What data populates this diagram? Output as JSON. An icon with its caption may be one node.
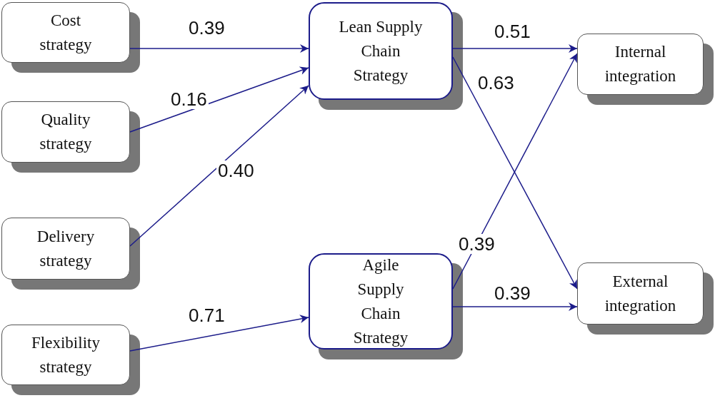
{
  "diagram": {
    "nodes": [
      {
        "text": [
          "Cost strategy"
        ]
      },
      {
        "text": [
          "Quality strategy"
        ]
      },
      {
        "text": [
          "Delivery strategy"
        ]
      },
      {
        "text": [
          "Flexibility strategy"
        ]
      },
      {
        "text": [
          "Lean Supply Chain Strategy"
        ]
      },
      {
        "text": [
          "Agile Supply Chain Strategy"
        ]
      },
      {
        "text": [
          "Internal integration"
        ]
      },
      {
        "text": [
          "External integration"
        ]
      }
    ],
    "edges": [
      {
        "from": 0,
        "to": 4,
        "arrow": "to",
        "label": "0.39"
      },
      {
        "from": 1,
        "to": 4,
        "arrow": "to",
        "label": "0.16"
      },
      {
        "from": 2,
        "to": 4,
        "arrow": "to",
        "label": "0.40"
      },
      {
        "from": 3,
        "to": 5,
        "arrow": "to",
        "label": "0.71"
      },
      {
        "from": 4,
        "to": 6,
        "arrow": "to",
        "label": "0.51"
      },
      {
        "from": 4,
        "to": 7,
        "arrow": "to",
        "label": "0.63"
      },
      {
        "from": 5,
        "to": 6,
        "arrow": "to",
        "label": "0.39"
      },
      {
        "from": 5,
        "to": 7,
        "arrow": "to",
        "label": "0.39"
      }
    ]
  }
}
